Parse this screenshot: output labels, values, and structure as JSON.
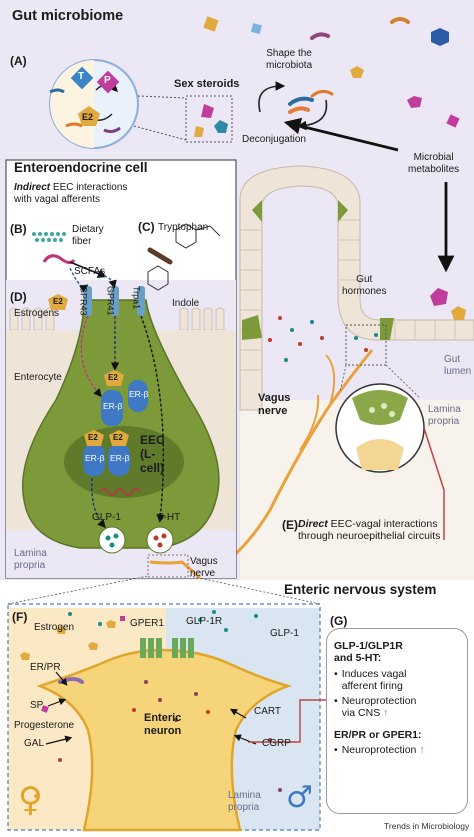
{
  "titles": {
    "gut": "Gut microbiome",
    "eec": "Enteroendocrine cell",
    "ens": "Enteric nervous system"
  },
  "panels": {
    "A": "(A)",
    "B": "(B)",
    "C": "(C)",
    "D": "(D)",
    "E": "(E)",
    "F": "(F)",
    "G": "(G)"
  },
  "gut": {
    "sex_steroids": "Sex steroids",
    "shape_1": "Shape the",
    "shape_2": "microbiota",
    "deconjugation": "Deconjugation",
    "microbial_1": "Microbial",
    "microbial_2": "metabolites",
    "gut_hormones_1": "Gut",
    "gut_hormones_2": "hormones",
    "gut_lumen_1": "Gut",
    "gut_lumen_2": "lumen",
    "vagus_1": "Vagus",
    "vagus_2": "nerve",
    "lamina_1": "Lamina",
    "lamina_2": "propria",
    "badge_T": "T",
    "badge_P": "P",
    "badge_E2": "E2"
  },
  "eec": {
    "indirect_1_em": "Indirect",
    "indirect_1_rest": " EEC interactions",
    "indirect_2": "with vagal afferents",
    "dietary_1": "Dietary",
    "dietary_2": "fiber",
    "tryptophan": "Tryptophan",
    "scfas": "SCFAs",
    "indole": "Indole",
    "estrogens": "Estrogens",
    "e2": "E2",
    "gpr43": "GPR43",
    "gpr41": "GPR41",
    "trpa1": "Trpa1",
    "enterocyte": "Enterocyte",
    "er_b": "ER-β",
    "eec_1": "EEC",
    "eec_2": "(L-",
    "eec_3": "cell)",
    "glp1": "GLP-1",
    "ht5": "5-HT",
    "lamina_1": "Lamina",
    "lamina_2": "propria",
    "vagus_1": "Vagus",
    "vagus_2": "nerve"
  },
  "direct": {
    "line1_em": "Direct",
    "line1_rest": " EEC-vagal interactions",
    "line2": "through neuroepithelial circuits"
  },
  "ens": {
    "estrogen": "Estrogen",
    "er_pr": "ER/PR",
    "sp": "SP",
    "progesterone": "Progesterone",
    "gal": "GAL",
    "gper1": "GPER1",
    "glp1r": "GLP-1R",
    "glp1": "GLP-1",
    "cart": "CART",
    "cgrp": "CGRP",
    "neuron_1": "Enteric",
    "neuron_2": "neuron",
    "lamina_1": "Lamina",
    "lamina_2": "propria",
    "female": "♀",
    "male": "♂"
  },
  "panel_g": {
    "head1_l1": "GLP-1/GLP1R",
    "head1_l2": "and 5-HT:",
    "b1_l1": "Induces vagal",
    "b1_l2": "afferent firing",
    "b2_l1": "Neuroprotection",
    "b2_l2": "via CNS",
    "head2": "ER/PR or GPER1:",
    "b3": "Neuroprotection",
    "up_arrow": "↑"
  },
  "footer": "Trends in Microbiology",
  "colors": {
    "lumen": "#e9e5f3",
    "epithelium": "#f1ebe3",
    "green_cell": "#7d9a3a",
    "nerve": "#e9a23b",
    "female_bg": "#fbe9c6",
    "male_bg": "#d9e6f2"
  }
}
